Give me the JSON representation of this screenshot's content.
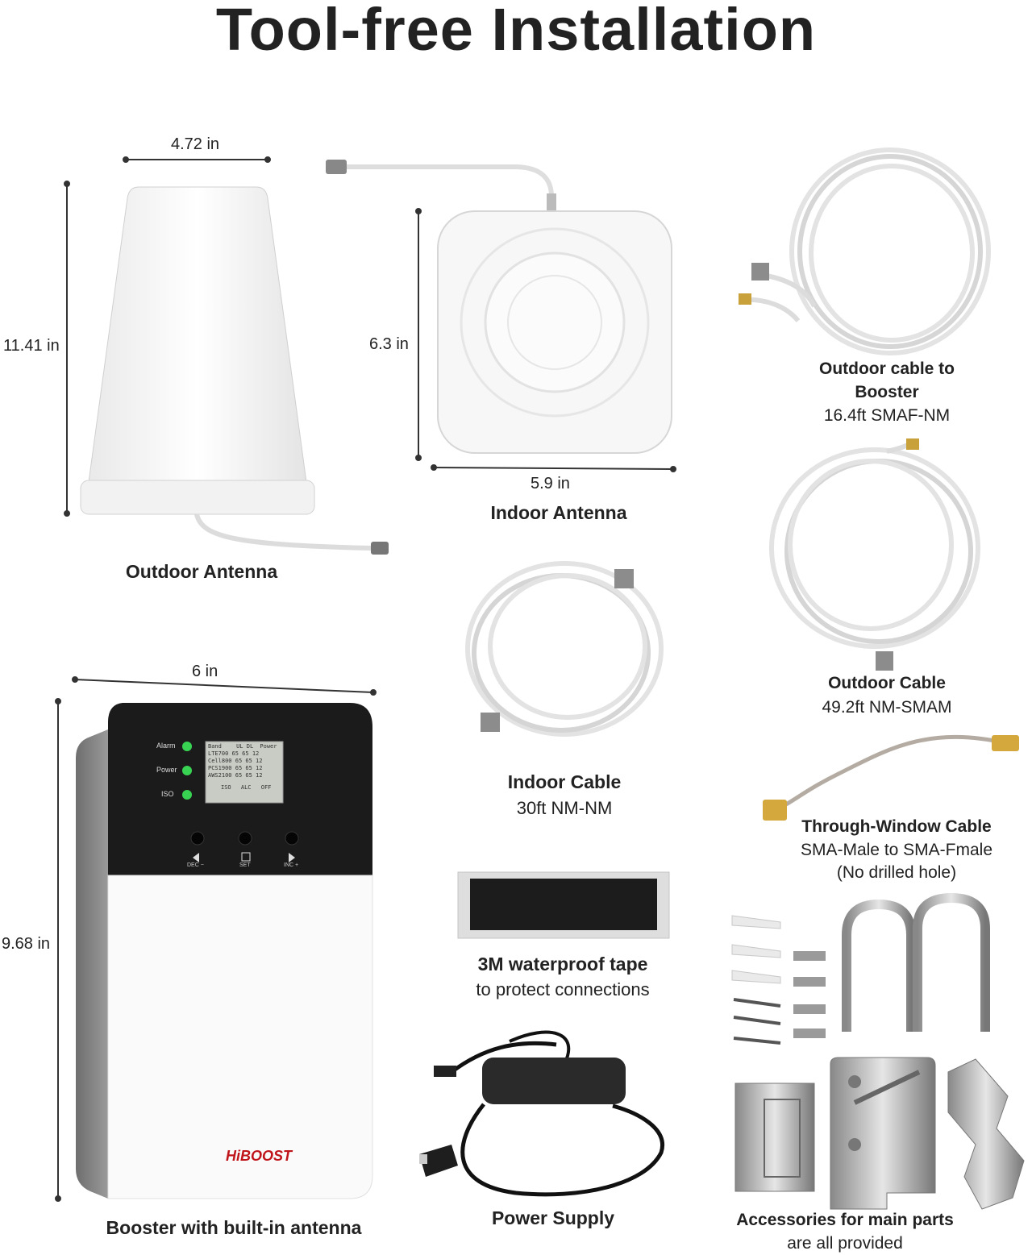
{
  "title": "Tool-free Installation",
  "outdoor_antenna": {
    "label": "Outdoor Antenna",
    "width": "4.72 in",
    "height": "11.41 in"
  },
  "indoor_antenna": {
    "label": "Indoor Antenna",
    "width": "5.9 in",
    "height": "6.3 in"
  },
  "outdoor_cable_booster": {
    "label_line1": "Outdoor cable to",
    "label_line2": "Booster",
    "spec": "16.4ft SMAF-NM"
  },
  "outdoor_cable": {
    "label": "Outdoor Cable",
    "spec": "49.2ft NM-SMAM"
  },
  "indoor_cable": {
    "label": "Indoor Cable",
    "spec": "30ft NM-NM"
  },
  "window_cable": {
    "label": "Through-Window Cable",
    "spec": "SMA-Male to SMA-Fmale",
    "note": "(No drilled hole)"
  },
  "tape": {
    "label": "3M waterproof tape",
    "sub": "to protect connections"
  },
  "power": {
    "label": "Power Supply"
  },
  "accessories": {
    "label": "Accessories for main parts",
    "sub": "are all provided"
  },
  "booster": {
    "label": "Booster with built-in antenna",
    "width": "6 in",
    "height": "9.68 in",
    "brand": "HiBOOST",
    "leds": [
      "Alarm",
      "Power",
      "ISO"
    ],
    "lcd": {
      "header": [
        "Band",
        "UL",
        "DL",
        "Power"
      ],
      "rows": [
        [
          "LTE700",
          "65",
          "65",
          "12"
        ],
        [
          "Cell800",
          "65",
          "65",
          "12"
        ],
        [
          "PCS1900",
          "65",
          "65",
          "12"
        ],
        [
          "AWS2100",
          "65",
          "65",
          "12"
        ]
      ],
      "footer": [
        "ISO",
        "ALC",
        "OFF"
      ]
    },
    "buttons": [
      "DEC −",
      "SET",
      "INC +"
    ]
  },
  "colors": {
    "led": "#39d353",
    "panel": "#1b1b1b",
    "text": "#222222"
  }
}
